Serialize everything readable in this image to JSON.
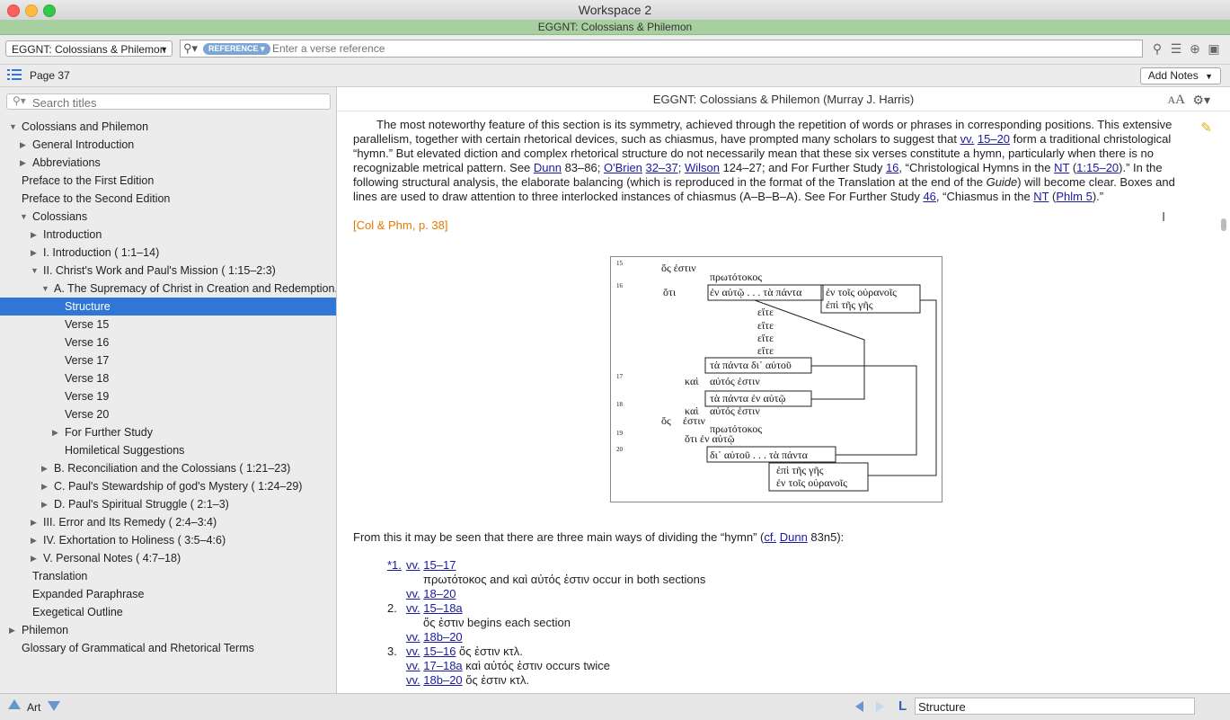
{
  "window": {
    "title": "Workspace 2",
    "subtitle": "EGGNT: Colossians & Philemon"
  },
  "toolbar": {
    "resource_select": "EGGNT: Colossians & Philemon",
    "reference_pill": "REFERENCE ▾",
    "reference_placeholder": "Enter a verse reference",
    "icons": [
      "search-zoom-icon",
      "list-icon",
      "add-icon",
      "puzzle-icon"
    ]
  },
  "panelbar": {
    "page_label": "Page 37",
    "add_notes": "Add Notes"
  },
  "sidebar": {
    "search_placeholder": "Search titles",
    "items": [
      {
        "label": "Colossians and Philemon",
        "tri": "▼"
      },
      {
        "label": "General Introduction",
        "tri": "▶"
      },
      {
        "label": "Abbreviations",
        "tri": "▶"
      },
      {
        "label": "Preface to the First Edition",
        "tri": ""
      },
      {
        "label": "Preface to the Second Edition",
        "tri": ""
      },
      {
        "label": "Colossians",
        "tri": "▼"
      },
      {
        "label": "Introduction",
        "tri": "▶"
      },
      {
        "label": "I. Introduction ( 1:1–14)",
        "tri": "▶"
      },
      {
        "label": "II. Christ's Work and Paul's Mission ( 1:15–2:3)",
        "tri": "▼"
      },
      {
        "label": "A. The Supremacy of Christ in Creation and Redemption...",
        "tri": "▼"
      },
      {
        "label": "Structure",
        "tri": ""
      },
      {
        "label": "Verse 15",
        "tri": ""
      },
      {
        "label": "Verse 16",
        "tri": ""
      },
      {
        "label": "Verse 17",
        "tri": ""
      },
      {
        "label": "Verse 18",
        "tri": ""
      },
      {
        "label": "Verse 19",
        "tri": ""
      },
      {
        "label": "Verse 20",
        "tri": ""
      },
      {
        "label": "For Further Study",
        "tri": "▶"
      },
      {
        "label": "Homiletical Suggestions",
        "tri": ""
      },
      {
        "label": "B. Reconciliation and the Colossians ( 1:21–23)",
        "tri": "▶"
      },
      {
        "label": "C. Paul's Stewardship of god's Mystery ( 1:24–29)",
        "tri": "▶"
      },
      {
        "label": "D. Paul's Spiritual Struggle ( 2:1–3)",
        "tri": "▶"
      },
      {
        "label": "III. Error and Its Remedy ( 2:4–3:4)",
        "tri": "▶"
      },
      {
        "label": "IV. Exhortation to Holiness ( 3:5–4:6)",
        "tri": "▶"
      },
      {
        "label": "V. Personal Notes ( 4:7–18)",
        "tri": "▶"
      },
      {
        "label": "Translation",
        "tri": ""
      },
      {
        "label": "Expanded Paraphrase",
        "tri": ""
      },
      {
        "label": "Exegetical Outline",
        "tri": ""
      },
      {
        "label": "Philemon",
        "tri": "▶"
      },
      {
        "label": "Glossary of Grammatical and Rhetorical Terms",
        "tri": ""
      }
    ],
    "selected_label": "Structure"
  },
  "document": {
    "header": "EGGNT: Colossians & Philemon (Murray J. Harris)",
    "font_button": "AA",
    "pageref": "[Col & Phm, p. 38]",
    "p1": {
      "a": "The most noteworthy feature of this section is its symmetry, achieved through the repetition of words or phrases in corresponding positions. This extensive parallelism, together with certain rhetorical devices, such as chiasmus, have prompted many scholars to suggest that ",
      "l1": "vv.",
      "l2": "15–20",
      "b": " form a traditional christological “hymn.” But elevated diction and complex rhetorical structure do not necessarily mean that these six verses constitute a hymn, particularly when there is no recognizable metrical pattern. See ",
      "l3": "Dunn",
      "c": " 83–86; ",
      "l4": "O'Brien",
      "l5": "32–37",
      "d": "; ",
      "l6": "Wilson",
      "e": " 124–27; and For Further Study ",
      "l7": "16",
      "f": ", “Christological Hymns in the ",
      "l8": "NT",
      "g": " (",
      "l9": "1:15–20",
      "h": ").” In the following structural analysis, the elaborate balancing (which is reproduced in the format of the Translation at the end of the ",
      "i_em": "Guide",
      "j": ") will become clear. Boxes and lines are used to draw attention to three interlocked instances of chiasmus (A–B–B–A). See For Further Study ",
      "l10": "46",
      "k": ", “Chiasmus in the ",
      "l11": "NT",
      "m": " (",
      "l12": "Phlm 5",
      "n": ").”"
    },
    "figure": {
      "verse_numbers": [
        "15",
        "16",
        "17",
        "18",
        "19",
        "20"
      ],
      "lines": [
        "ὅς ἐστιν",
        "πρωτότοκος",
        "ὅτι",
        "ἐν αὐτῷ . . . τὰ πάντα",
        "ἐν τοῖς οὐρανοῖς",
        "ἐπὶ τῆς γῆς",
        "εἴτε",
        "εἴτε",
        "εἴτε",
        "εἴτε",
        "τὰ πάντα δι᾽ αὐτοῦ",
        "καὶ",
        "αὐτός ἐστιν",
        "τὰ πάντα ἐν αὐτῷ",
        "καὶ",
        "αὐτός ἐστιν",
        "ὅς",
        "ἐστιν",
        "πρωτότοκος",
        "ὅτι ἐν αὐτῷ",
        "δι᾽ αὐτοῦ . . . τὰ πάντα",
        "ἐπὶ τῆς γῆς",
        "ἐν τοῖς οὐρανοῖς"
      ]
    },
    "p2": {
      "a": "From this it may be seen that there are three main ways of dividing the “hymn” (",
      "l1": "cf.",
      "b": " ",
      "l2": "Dunn",
      "c": " 83n5):"
    },
    "list": {
      "i1_num": "*1.",
      "i1_vv": "vv.",
      "i1_ref": "15–17",
      "i1_note": "πρωτότοκος and καὶ αὐτός ἐστιν occur in both sections",
      "i1b_vv": "vv.",
      "i1b_ref": "18–20",
      "i2_num": "2.",
      "i2_vv": "vv.",
      "i2_ref": "15–18a",
      "i2_note": "ὅς ἐστιν begins each section",
      "i2b_vv": "vv.",
      "i2b_ref": "18b–20",
      "i3_num": "3.",
      "i3_vv": "vv.",
      "i3_ref": "15–16",
      "i3_note": " ὅς ἐστιν κτλ.",
      "i3b_vv": "vv.",
      "i3b_ref": "17–18a",
      "i3b_note": " καὶ αὐτός ἐστιν occurs twice",
      "i3c_vv": "vv.",
      "i3c_ref": "18b–20",
      "i3c_note": " ὅς ἐστιν κτλ."
    }
  },
  "bottombar": {
    "layout_label": "Art",
    "location": "Structure"
  },
  "colors": {
    "selection": "#2f76d6",
    "link": "#1a1aa6",
    "pageref": "#e07b00",
    "subtitle_bar": "#a8cfa0"
  }
}
